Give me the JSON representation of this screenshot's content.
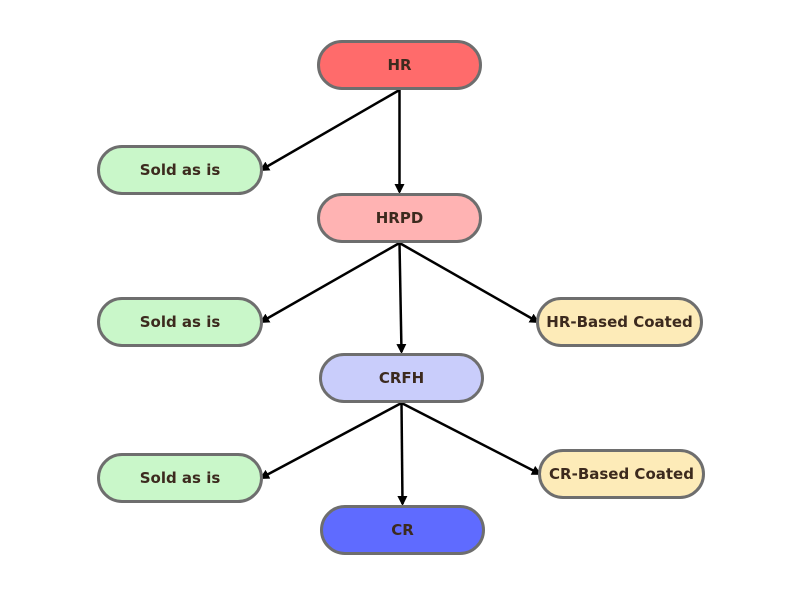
{
  "nodes": {
    "hr": {
      "label": "HR",
      "color": "#ff6b6b"
    },
    "hrpd": {
      "label": "HRPD",
      "color": "#ffb3b3"
    },
    "crfh": {
      "label": "CRFH",
      "color": "#c9cdfb"
    },
    "cr": {
      "label": "CR",
      "color": "#5f6bff"
    },
    "sold1": {
      "label": "Sold as is",
      "color": "#c9f7c9"
    },
    "sold2": {
      "label": "Sold as is",
      "color": "#c9f7c9"
    },
    "sold3": {
      "label": "Sold as is",
      "color": "#c9f7c9"
    },
    "hr_coated": {
      "label": "HR-Based Coated",
      "color": "#fdebb8"
    },
    "cr_coated": {
      "label": "CR-Based Coated",
      "color": "#fdebb8"
    }
  },
  "edges": [
    [
      "hr",
      "sold1"
    ],
    [
      "hr",
      "hrpd"
    ],
    [
      "hrpd",
      "sold2"
    ],
    [
      "hrpd",
      "crfh"
    ],
    [
      "hrpd",
      "hr_coated"
    ],
    [
      "crfh",
      "sold3"
    ],
    [
      "crfh",
      "cr"
    ],
    [
      "crfh",
      "cr_coated"
    ]
  ]
}
